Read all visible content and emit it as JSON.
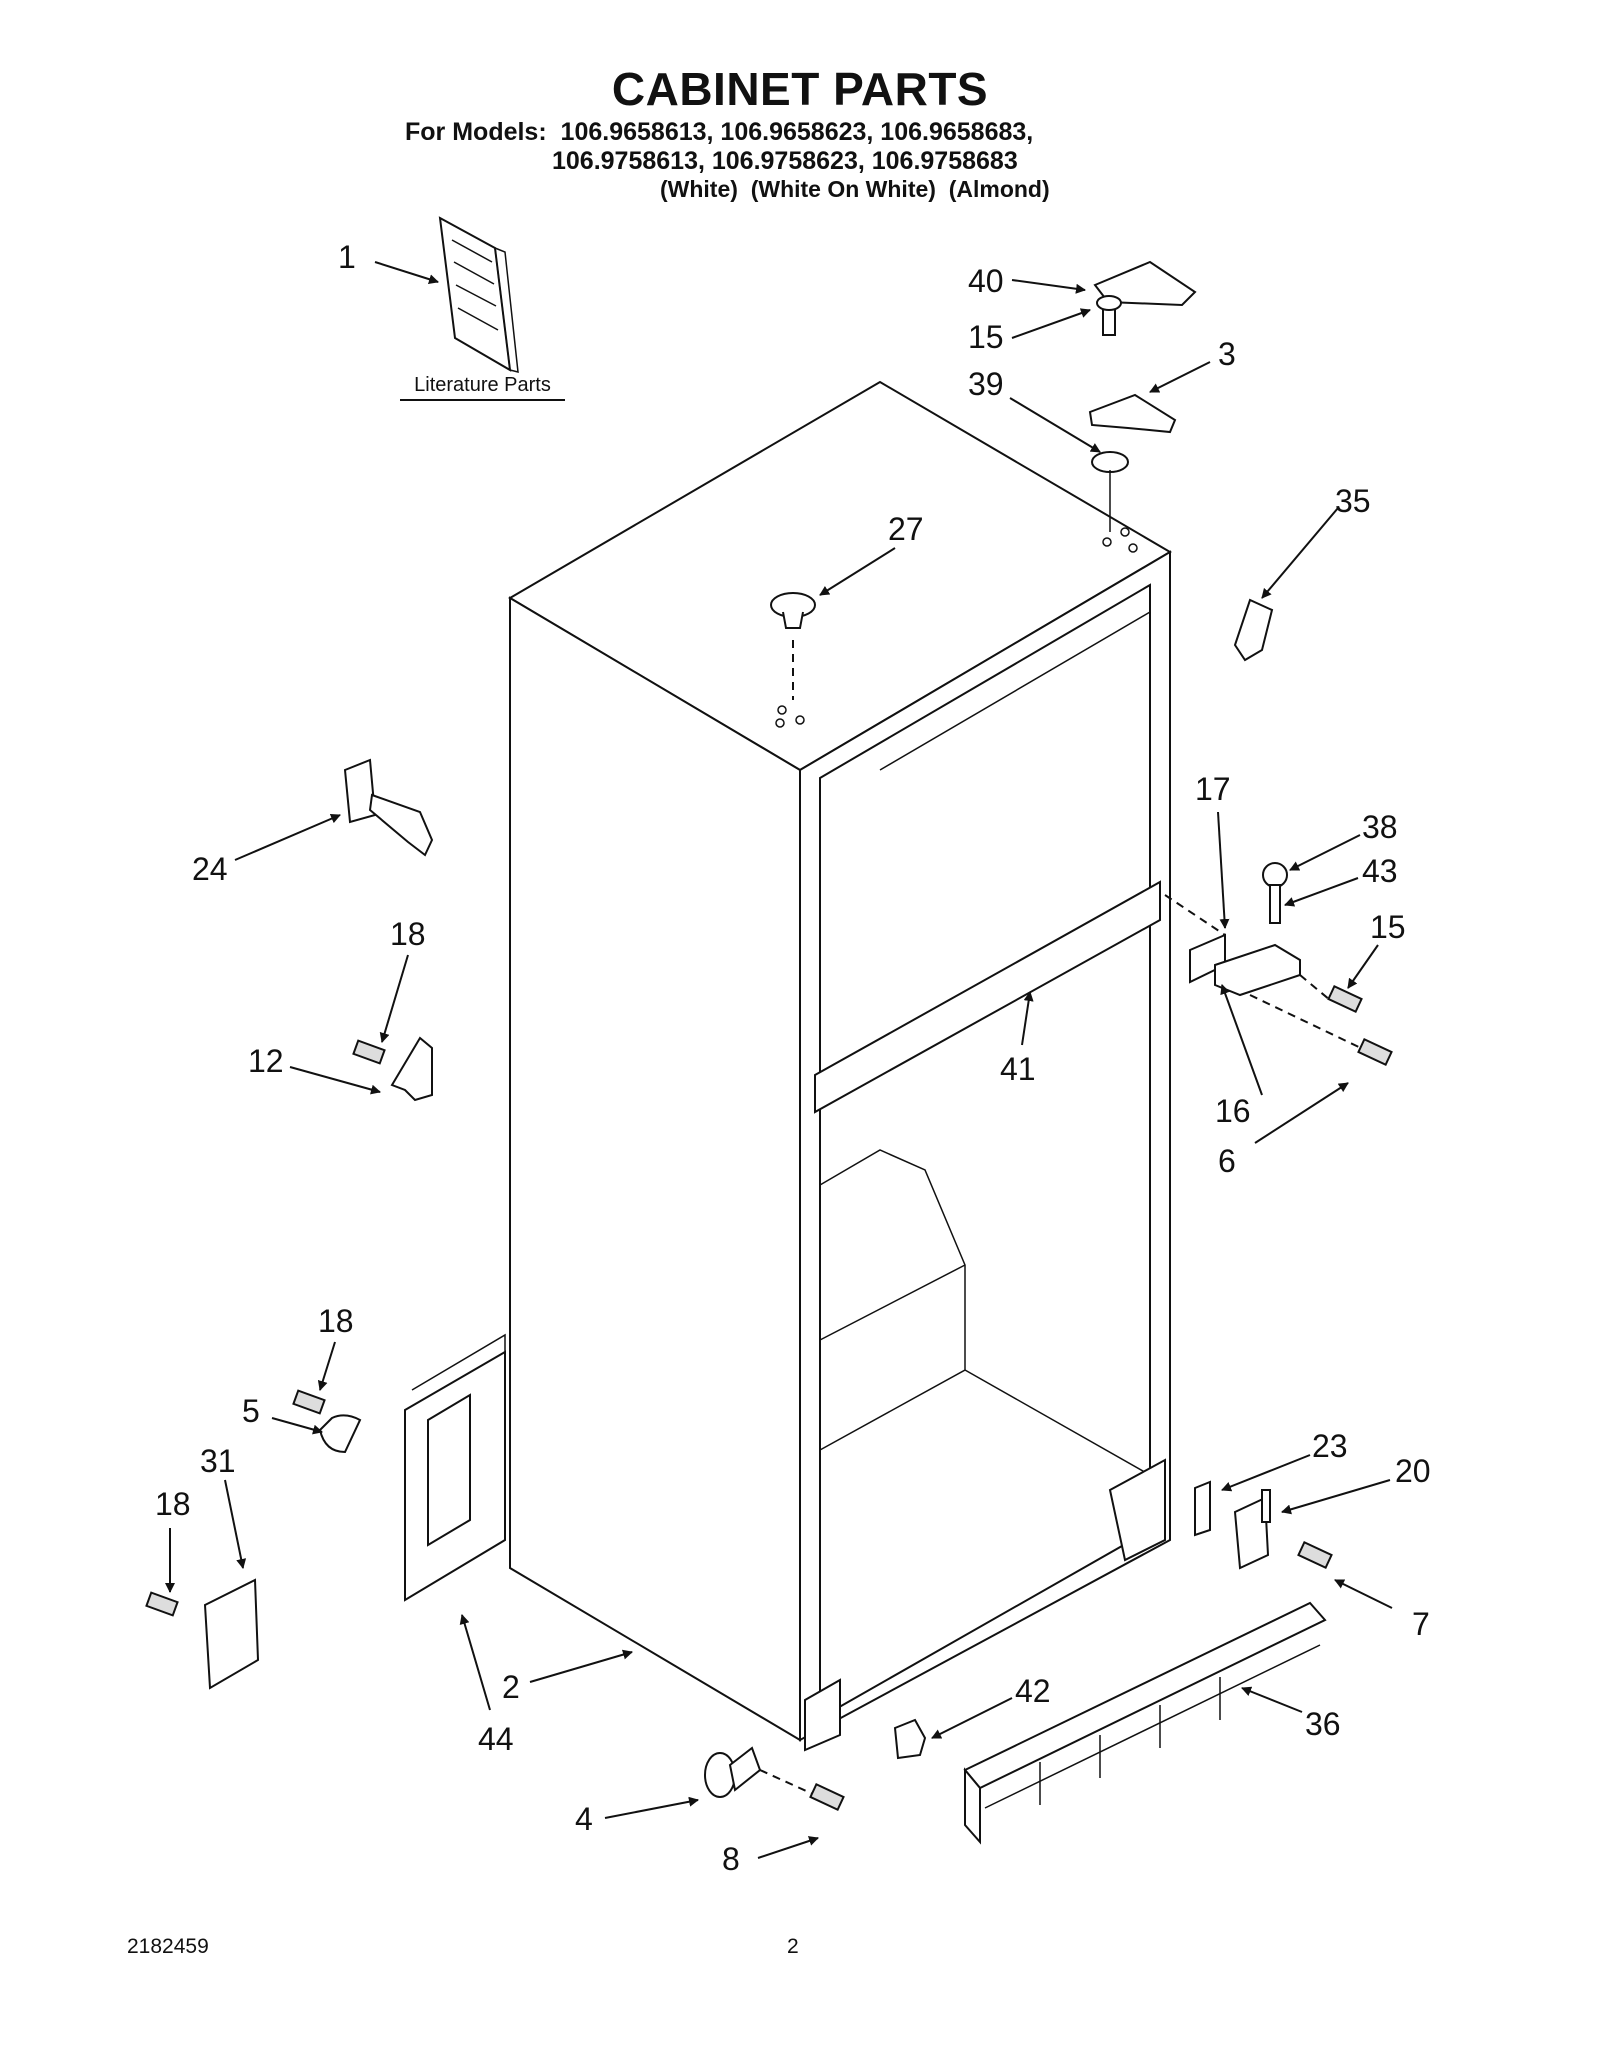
{
  "header": {
    "title": "CABINET PARTS",
    "models_line1": "For Models:  106.9658613, 106.9658623, 106.9658683,",
    "models_line2": "106.9758613, 106.9758623, 106.9758683",
    "colors_line": "(White)  (White On White)  (Almond)"
  },
  "literature_caption": "Literature Parts",
  "part_labels": [
    "1",
    "40",
    "15",
    "3",
    "39",
    "35",
    "27",
    "24",
    "17",
    "38",
    "43",
    "15",
    "18",
    "12",
    "41",
    "16",
    "6",
    "18",
    "5",
    "31",
    "18",
    "23",
    "20",
    "7",
    "2",
    "44",
    "42",
    "36",
    "4",
    "8"
  ],
  "footer": {
    "doc_number": "2182459",
    "page_number": "2"
  }
}
